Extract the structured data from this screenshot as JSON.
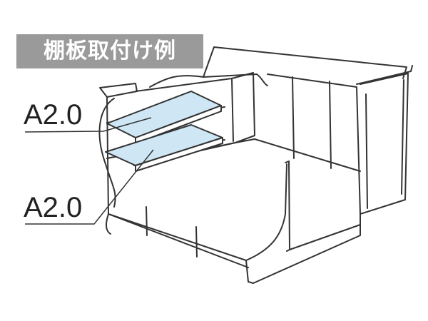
{
  "title": "棚板取付け例",
  "shelves": [
    {
      "label": "A2.0",
      "position": "upper"
    },
    {
      "label": "A2.0",
      "position": "lower"
    }
  ],
  "colors": {
    "outline": "#333333",
    "shelf_fill": "#cfe7f5",
    "title_bg": "#9a9a9a",
    "title_text": "#ffffff"
  }
}
